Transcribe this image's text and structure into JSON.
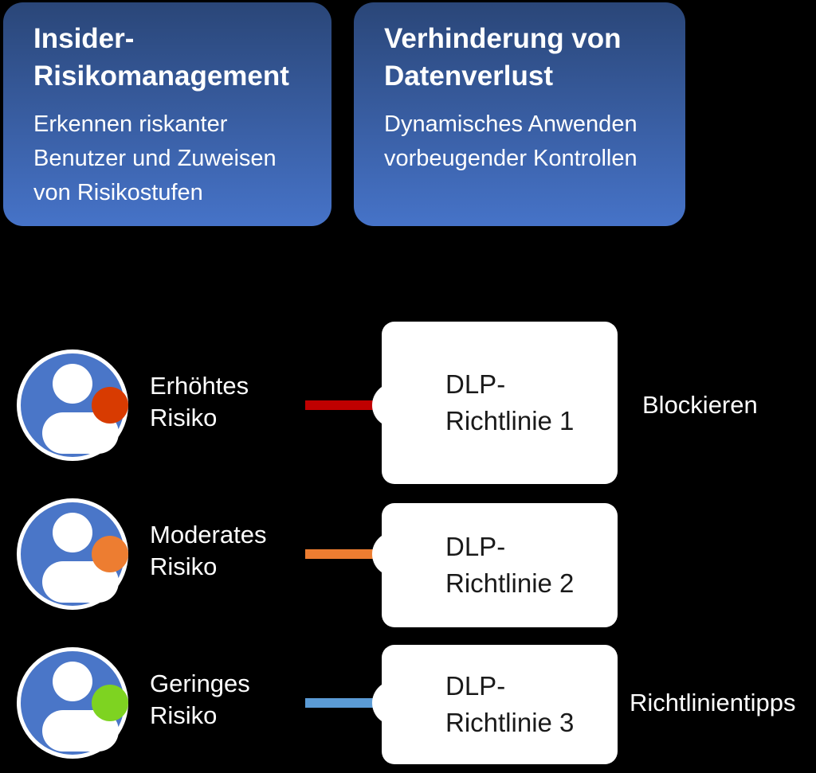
{
  "header_cards": [
    {
      "title": "Insider-\nRisikomanagement",
      "subtitle": "Erkennen riskanter\nBenutzer und Zuweisen\nvon Risikostufen"
    },
    {
      "title": "Verhinderung von\nDatenverlust",
      "subtitle": "Dynamisches Anwenden\nvorbeugender Kontrollen"
    }
  ],
  "colors": {
    "background": "#000000",
    "card_gradient_top": "#2a4678",
    "card_gradient_bottom": "#4673c8",
    "persona_blue": "#4a76c8",
    "policy_box_bg": "#ffffff",
    "policy_text": "#1a1a1a",
    "label_text": "#ffffff"
  },
  "rows": [
    {
      "risk_label": "Erhöhtes\nRisiko",
      "badge_color": "#d83b01",
      "line_color": "#bf0000",
      "chevron_color": "#e2520e",
      "policy_label": "DLP-\nRichtlinie 1",
      "side_label": "Blockieren"
    },
    {
      "risk_label": "Moderates\nRisiko",
      "badge_color": "#ed7d31",
      "line_color": "#ed7d31",
      "chevron_color": "#ed7d31",
      "policy_label": "DLP-\nRichtlinie 2"
    },
    {
      "risk_label": "Geringes\nRisiko",
      "badge_color": "#7ed321",
      "line_color": "#5b9bd5",
      "chevron_color": "#4a8fd3",
      "policy_label": "DLP-\nRichtlinie 3",
      "side_label": "Richtlinientipps"
    }
  ]
}
